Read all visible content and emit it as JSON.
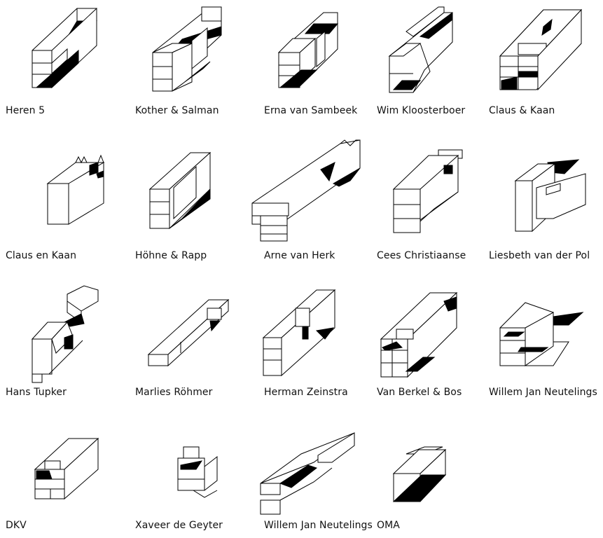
{
  "items": [
    {
      "label": "Heren 5"
    },
    {
      "label": "Kother & Salman"
    },
    {
      "label": "Erna van Sambeek"
    },
    {
      "label": "Wim Kloosterboer"
    },
    {
      "label": "Claus & Kaan"
    },
    {
      "label": "Claus en Kaan"
    },
    {
      "label": "Höhne & Rapp"
    },
    {
      "label": "Arne van Herk"
    },
    {
      "label": "Cees Christiaanse"
    },
    {
      "label": "Liesbeth van der Pol"
    },
    {
      "label": "Hans Tupker"
    },
    {
      "label": "Marlies Röhmer"
    },
    {
      "label": "Herman Zeinstra"
    },
    {
      "label": "Van Berkel & Bos"
    },
    {
      "label": "Willem Jan Neutelings"
    },
    {
      "label": "DKV"
    },
    {
      "label": "Xaveer de Geyter"
    },
    {
      "label": "Willem Jan Neutelings"
    },
    {
      "label": "OMA"
    }
  ]
}
